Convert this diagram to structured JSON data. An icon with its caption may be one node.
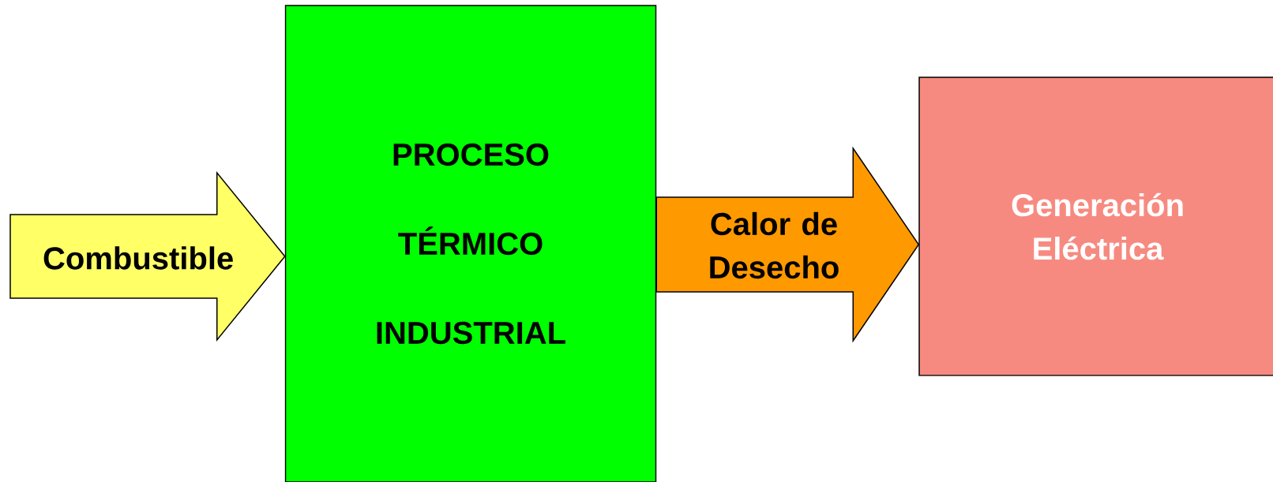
{
  "diagram": {
    "nodes": [
      {
        "text": [
          "PROCESO TÉRMICO INDUSTRIAL"
        ]
      },
      {
        "text": [
          "Generación Eléctrica"
        ]
      }
    ],
    "edges": [
      {
        "from": null,
        "to": 0,
        "arrow": "to",
        "label": "Combustible",
        "color": "#ffff66"
      },
      {
        "from": 0,
        "to": 1,
        "arrow": "to",
        "label": "Calor de Desecho",
        "color": "#ff9900"
      }
    ]
  }
}
